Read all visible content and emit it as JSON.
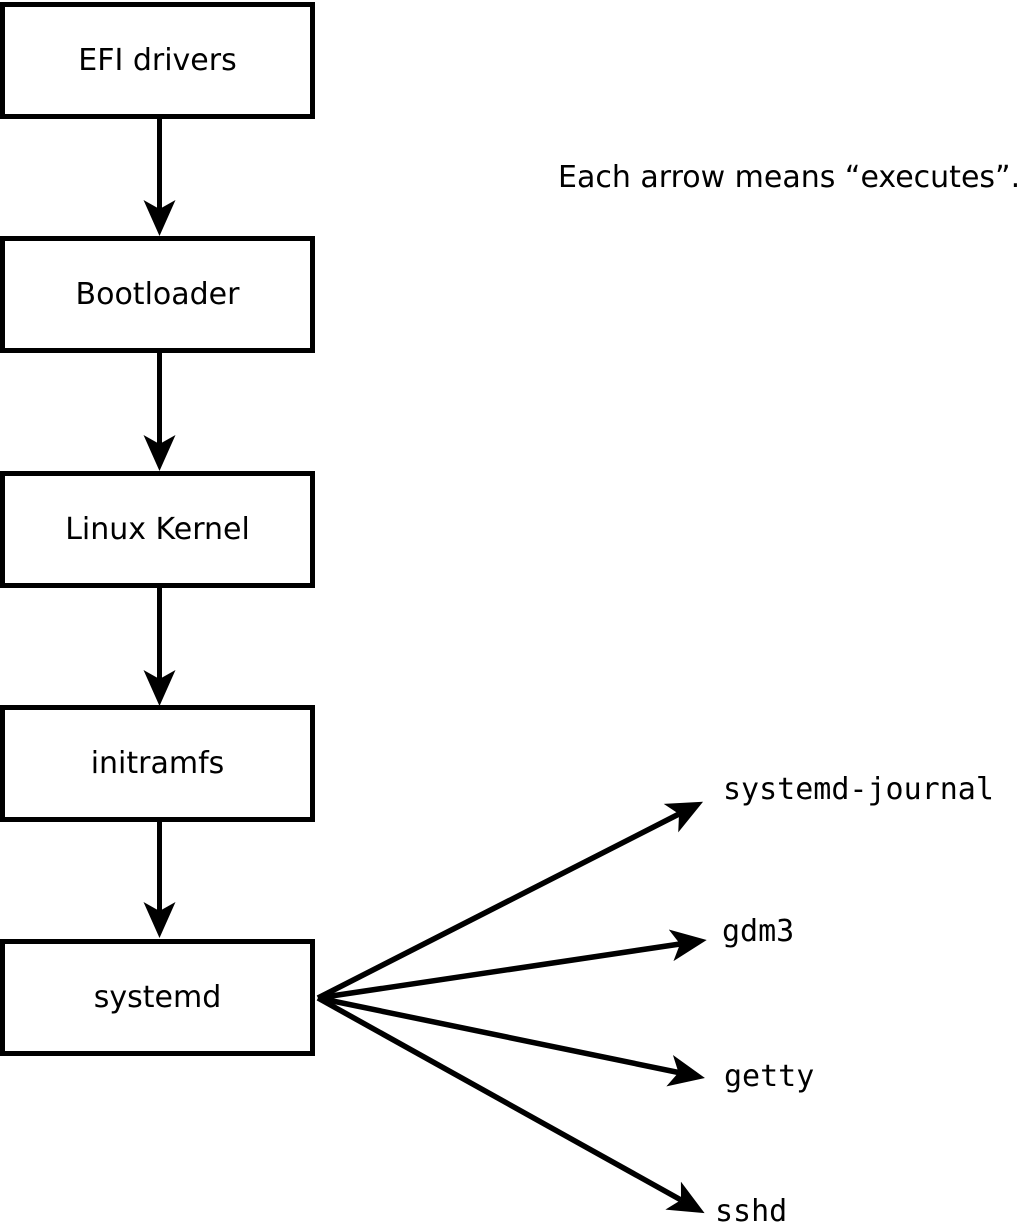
{
  "diagram": {
    "title_note": "Each arrow means “executes”.",
    "arrow_meaning": "executes",
    "colors": {
      "ink": "#000000",
      "paper": "#ffffff"
    },
    "boot_chain": {
      "nodes": [
        {
          "id": "efi-drivers",
          "label": "EFI drivers"
        },
        {
          "id": "bootloader",
          "label": "Bootloader"
        },
        {
          "id": "linux-kernel",
          "label": "Linux Kernel"
        },
        {
          "id": "initramfs",
          "label": "initramfs"
        },
        {
          "id": "systemd",
          "label": "systemd"
        }
      ]
    },
    "spawned_processes": {
      "items": [
        {
          "id": "systemd-journal",
          "label": "systemd-journal"
        },
        {
          "id": "gdm3",
          "label": "gdm3"
        },
        {
          "id": "getty",
          "label": "getty"
        },
        {
          "id": "sshd",
          "label": "sshd"
        }
      ]
    },
    "edges": [
      {
        "from": "efi-drivers",
        "to": "bootloader"
      },
      {
        "from": "bootloader",
        "to": "linux-kernel"
      },
      {
        "from": "linux-kernel",
        "to": "initramfs"
      },
      {
        "from": "initramfs",
        "to": "systemd"
      },
      {
        "from": "systemd",
        "to": "systemd-journal"
      },
      {
        "from": "systemd",
        "to": "gdm3"
      },
      {
        "from": "systemd",
        "to": "getty"
      },
      {
        "from": "systemd",
        "to": "sshd"
      }
    ]
  }
}
